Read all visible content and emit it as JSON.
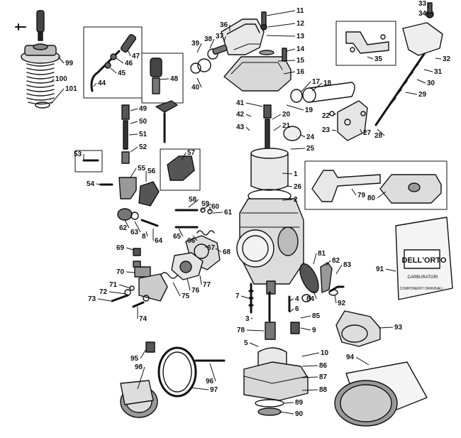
{
  "figure": {
    "brand_bag_text": "DELL'ORTO",
    "bag_small_text": "CARBURATORI",
    "bag_small_text2": "COMPONENTI ORIGINALI"
  },
  "callouts": [
    "1",
    "2",
    "3",
    "4",
    "5",
    "6",
    "7",
    "8",
    "9",
    "10",
    "11",
    "12",
    "13",
    "14",
    "15",
    "16",
    "17",
    "18",
    "19",
    "20",
    "21",
    "22",
    "23",
    "24",
    "25",
    "26",
    "27",
    "28",
    "29",
    "30",
    "31",
    "32",
    "33",
    "34",
    "35",
    "36",
    "37",
    "38",
    "39",
    "40",
    "41",
    "42",
    "43",
    "44",
    "45",
    "46",
    "47",
    "48",
    "49",
    "50",
    "51",
    "52",
    "53",
    "54",
    "55",
    "56",
    "57",
    "58",
    "59",
    "60",
    "61",
    "62",
    "63",
    "64",
    "65",
    "66",
    "67",
    "68",
    "69",
    "70",
    "71",
    "72",
    "73",
    "74",
    "75",
    "76",
    "77",
    "78",
    "79",
    "80",
    "81",
    "82",
    "83",
    "84",
    "85",
    "86",
    "87",
    "88",
    "89",
    "90",
    "91",
    "92",
    "93",
    "94",
    "95",
    "96",
    "97",
    "98",
    "99",
    "100",
    "101"
  ]
}
